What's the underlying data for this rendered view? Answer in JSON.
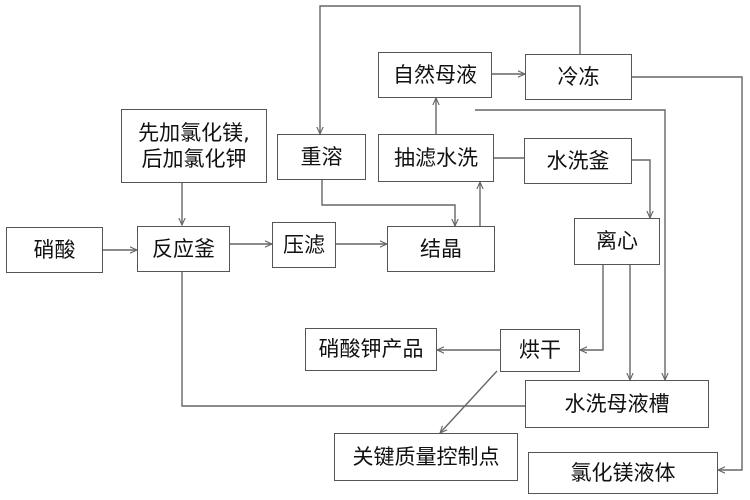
{
  "nodes": {
    "nitric_acid": "硝酸",
    "reactor": "反应釜",
    "additive_line1": "先加氯化镁,",
    "additive_line2": "后加氯化钾",
    "filter_press": "压滤",
    "crystallize": "结晶",
    "redissolve": "重溶",
    "natural_mother_liquor": "自然母液",
    "freeze": "冷冻",
    "suction_wash": "抽滤水洗",
    "wash_kettle": "水洗釜",
    "centrifuge": "离心",
    "dry": "烘干",
    "kno3_product": "硝酸钾产品",
    "wash_mother_tank": "水洗母液槽",
    "key_quality_point": "关键质量控制点",
    "mgcl_liquid": "氯化镁液体"
  }
}
